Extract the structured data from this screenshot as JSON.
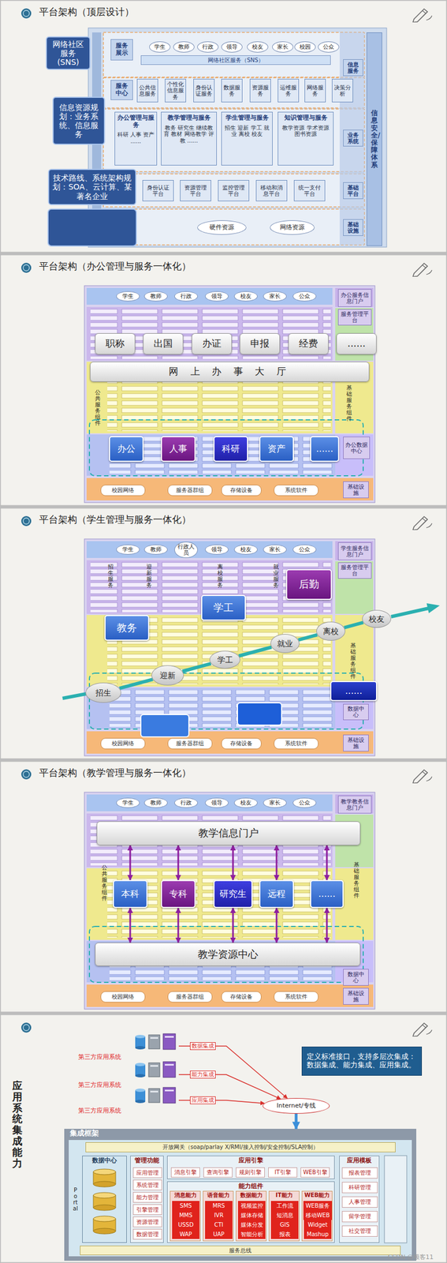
{
  "diagram": {
    "nodes": [
      {
        "text": [
          "平台架构（顶层设计）"
        ]
      },
      {
        "text": [
          "服务展示"
        ],
        "in": 0
      },
      {
        "text": [
          "学生"
        ],
        "in": 0
      },
      {
        "text": [
          "教师"
        ],
        "in": 0
      },
      {
        "text": [
          "行政"
        ],
        "in": 0
      },
      {
        "text": [
          "领导"
        ],
        "in": 0
      },
      {
        "text": [
          "校友"
        ],
        "in": 0
      },
      {
        "text": [
          "家长"
        ],
        "in": 0
      },
      {
        "text": [
          "校园"
        ],
        "in": 0
      },
      {
        "text": [
          "公众"
        ],
        "in": 0
      },
      {
        "text": [
          "网络社区服务（SNS）"
        ],
        "in": 0
      },
      {
        "text": [
          "信息服务"
        ],
        "in": 0
      },
      {
        "text": [
          "服务中心"
        ],
        "in": 0
      },
      {
        "text": [
          "公共信息服务"
        ],
        "in": 0
      },
      {
        "text": [
          "个性化信息服务"
        ],
        "in": 0
      },
      {
        "text": [
          "身份认证服务"
        ],
        "in": 0
      },
      {
        "text": [
          "数据服务"
        ],
        "in": 0
      },
      {
        "text": [
          "资源服务"
        ],
        "in": 0
      },
      {
        "text": [
          "运维服务"
        ],
        "in": 0
      },
      {
        "text": [
          "网络服务"
        ],
        "in": 0
      },
      {
        "text": [
          "决策分析"
        ],
        "in": 0
      },
      {
        "text": [
          "业务系统"
        ],
        "in": 0
      },
      {
        "text": [
          "办公管理与服务",
          "科研 人事 资产 ......"
        ],
        "in": 0
      },
      {
        "text": [
          "教学管理与服务",
          "教务 研究生 继续教育 教材 网络教学 评教 ......"
        ],
        "in": 0
      },
      {
        "text": [
          "学生管理与服务",
          "招生 迎新 学工 就业 离校 校友"
        ],
        "in": 0
      },
      {
        "text": [
          "知识管理与服务",
          "教学资源 学术资源 图书资源"
        ],
        "in": 0
      },
      {
        "text": [
          "基础平台"
        ],
        "in": 0
      },
      {
        "text": [
          "身份认证平台"
        ],
        "in": 0
      },
      {
        "text": [
          "资源管理平台"
        ],
        "in": 0
      },
      {
        "text": [
          "监控管理平台"
        ],
        "in": 0
      },
      {
        "text": [
          "移动和消息平台"
        ],
        "in": 0
      },
      {
        "text": [
          "统一支付平台"
        ],
        "in": 0
      },
      {
        "text": [
          "基础设施"
        ],
        "in": 0
      },
      {
        "text": [
          "硬件资源"
        ],
        "in": 0
      },
      {
        "text": [
          "网络资源"
        ],
        "in": 0
      },
      {
        "text": [
          "信息安全/保障体系"
        ],
        "in": 0
      },
      {
        "text": [
          "网络社区服务(SNS)"
        ],
        "in": 0
      },
      {
        "text": [
          "信息资源规划：业务系统、信息服务"
        ],
        "in": 0
      },
      {
        "text": [
          "技术路线、系统架构规划：SOA、云计算、某著名企业"
        ],
        "in": 0
      },
      {
        "text": [
          "平台架构（办公管理与服务一体化）"
        ]
      },
      {
        "text": [
          "学生"
        ],
        "in": 39
      },
      {
        "text": [
          "教师"
        ],
        "in": 39
      },
      {
        "text": [
          "行政"
        ],
        "in": 39
      },
      {
        "text": [
          "领导"
        ],
        "in": 39
      },
      {
        "text": [
          "校友"
        ],
        "in": 39
      },
      {
        "text": [
          "家长"
        ],
        "in": 39
      },
      {
        "text": [
          "公众"
        ],
        "in": 39
      },
      {
        "text": [
          "办公服务信息门户"
        ],
        "in": 39
      },
      {
        "text": [
          "服务管理平台"
        ],
        "in": 39
      },
      {
        "text": [
          "职称"
        ],
        "in": 39
      },
      {
        "text": [
          "出国"
        ],
        "in": 39
      },
      {
        "text": [
          "办证"
        ],
        "in": 39
      },
      {
        "text": [
          "申报"
        ],
        "in": 39
      },
      {
        "text": [
          "经费"
        ],
        "in": 39
      },
      {
        "text": [
          "......"
        ],
        "in": 39
      },
      {
        "text": [
          "网 上 办 事 大 厅"
        ],
        "in": 39
      },
      {
        "text": [
          "公共服务组件"
        ],
        "in": 39
      },
      {
        "text": [
          "基础服务组件"
        ],
        "in": 39
      },
      {
        "text": [
          "办公"
        ],
        "in": 39
      },
      {
        "text": [
          "人事"
        ],
        "in": 39
      },
      {
        "text": [
          "科研"
        ],
        "in": 39
      },
      {
        "text": [
          "资产"
        ],
        "in": 39
      },
      {
        "text": [
          "......"
        ],
        "in": 39
      },
      {
        "text": [
          "办公数据中心"
        ],
        "in": 39
      },
      {
        "text": [
          "校园网络"
        ],
        "in": 39
      },
      {
        "text": [
          "服务器群组"
        ],
        "in": 39
      },
      {
        "text": [
          "存储设备"
        ],
        "in": 39
      },
      {
        "text": [
          "系统软件"
        ],
        "in": 39
      },
      {
        "text": [
          "基础设施"
        ],
        "in": 39
      },
      {
        "text": [
          "平台架构（学生管理与服务一体化）"
        ]
      },
      {
        "text": [
          "学生"
        ],
        "in": 69
      },
      {
        "text": [
          "教师"
        ],
        "in": 69
      },
      {
        "text": [
          "行政人员"
        ],
        "in": 69
      },
      {
        "text": [
          "领导"
        ],
        "in": 69
      },
      {
        "text": [
          "校友"
        ],
        "in": 69
      },
      {
        "text": [
          "家长"
        ],
        "in": 69
      },
      {
        "text": [
          "公众"
        ],
        "in": 69
      },
      {
        "text": [
          "学生服务信息门户"
        ],
        "in": 69
      },
      {
        "text": [
          "服务管理平台"
        ],
        "in": 69
      },
      {
        "text": [
          "招生服务"
        ],
        "in": 69
      },
      {
        "text": [
          "迎新服务"
        ],
        "in": 69
      },
      {
        "text": [
          "离校服务"
        ],
        "in": 69
      },
      {
        "text": [
          "就业服务"
        ],
        "in": 69
      },
      {
        "text": [
          "后勤"
        ],
        "in": 69
      },
      {
        "text": [
          "学工"
        ],
        "in": 69
      },
      {
        "text": [
          "教务"
        ],
        "in": 69
      },
      {
        "text": [
          "......"
        ],
        "in": 69
      },
      {
        "text": [
          "招生"
        ],
        "in": 69
      },
      {
        "text": [
          "迎新"
        ],
        "in": 69
      },
      {
        "text": [
          "学工"
        ],
        "in": 69
      },
      {
        "text": [
          "就业"
        ],
        "in": 69
      },
      {
        "text": [
          "离校"
        ],
        "in": 69
      },
      {
        "text": [
          "校友"
        ],
        "in": 69
      },
      {
        "text": [
          "基础服务组件"
        ],
        "in": 69
      },
      {
        "text": [
          "数据中心"
        ],
        "in": 69
      },
      {
        "text": [
          "校园网络"
        ],
        "in": 69
      },
      {
        "text": [
          "服务器群组"
        ],
        "in": 69
      },
      {
        "text": [
          "存储设备"
        ],
        "in": 69
      },
      {
        "text": [
          "系统软件"
        ],
        "in": 69
      },
      {
        "text": [
          "基础设施"
        ],
        "in": 69
      },
      {
        "text": [
          "平台架构（教学管理与服务一体化）"
        ]
      },
      {
        "text": [
          "学生"
        ],
        "in": 100
      },
      {
        "text": [
          "教师"
        ],
        "in": 100
      },
      {
        "text": [
          "行政"
        ],
        "in": 100
      },
      {
        "text": [
          "领导"
        ],
        "in": 100
      },
      {
        "text": [
          "校友"
        ],
        "in": 100
      },
      {
        "text": [
          "家长"
        ],
        "in": 100
      },
      {
        "text": [
          "公众"
        ],
        "in": 100
      },
      {
        "text": [
          "教学教务信息门户"
        ],
        "in": 100
      },
      {
        "text": [
          "教学信息门户"
        ],
        "in": 100
      },
      {
        "text": [
          "本科"
        ],
        "in": 100
      },
      {
        "text": [
          "专科"
        ],
        "in": 100
      },
      {
        "text": [
          "研究生"
        ],
        "in": 100
      },
      {
        "text": [
          "远程"
        ],
        "in": 100
      },
      {
        "text": [
          "......"
        ],
        "in": 100
      },
      {
        "text": [
          "教学资源中心"
        ],
        "in": 100
      },
      {
        "text": [
          "公共服务组件"
        ],
        "in": 100
      },
      {
        "text": [
          "基础服务组件"
        ],
        "in": 100
      },
      {
        "text": [
          "数据中心"
        ],
        "in": 100
      },
      {
        "text": [
          "校园网络"
        ],
        "in": 100
      },
      {
        "text": [
          "服务器群组"
        ],
        "in": 100
      },
      {
        "text": [
          "存储设备"
        ],
        "in": 100
      },
      {
        "text": [
          "系统软件"
        ],
        "in": 100
      },
      {
        "text": [
          "基础设施"
        ],
        "in": 100
      },
      {
        "text": [
          "应用系统集成能力"
        ]
      },
      {
        "text": [
          "第三方应用系统"
        ],
        "in": 124
      },
      {
        "text": [
          "第三方应用系统"
        ],
        "in": 124
      },
      {
        "text": [
          "第三方应用系统"
        ],
        "in": 124
      },
      {
        "text": [
          "Internet/专线"
        ],
        "in": 124
      },
      {
        "text": [
          "定义标准接口，支持多层次集成： 数据集成、能力集成、应用集成。"
        ],
        "in": 124
      },
      {
        "text": [
          "集成框架"
        ],
        "in": 124
      },
      {
        "text": [
          "开放网关（soap/parlay X/RMI/接入控制/安全控制/SLA控制）"
        ],
        "in": 130
      },
      {
        "text": [
          "Portal"
        ],
        "in": 130
      },
      {
        "text": [
          "数据中心"
        ],
        "in": 130
      },
      {
        "text": [
          "管理功能"
        ],
        "in": 130
      },
      {
        "text": [
          "应用管理"
        ],
        "in": 134
      },
      {
        "text": [
          "系统管理"
        ],
        "in": 134
      },
      {
        "text": [
          "能力管理"
        ],
        "in": 134
      },
      {
        "text": [
          "引擎管理"
        ],
        "in": 134
      },
      {
        "text": [
          "资源管理"
        ],
        "in": 134
      },
      {
        "text": [
          "数据管理"
        ],
        "in": 134
      },
      {
        "text": [
          "应用引擎"
        ],
        "in": 130
      },
      {
        "text": [
          "消息引擎"
        ],
        "in": 141
      },
      {
        "text": [
          "查询引擎"
        ],
        "in": 141
      },
      {
        "text": [
          "规则引擎"
        ],
        "in": 141
      },
      {
        "text": [
          "IT引擎"
        ],
        "in": 141
      },
      {
        "text": [
          "WEB引擎"
        ],
        "in": 141
      },
      {
        "text": [
          "能力组件"
        ],
        "in": 130
      },
      {
        "text": [
          "消息能力"
        ],
        "in": 147
      },
      {
        "text": [
          "SMS"
        ],
        "in": 148
      },
      {
        "text": [
          "MMS"
        ],
        "in": 148
      },
      {
        "text": [
          "USSD"
        ],
        "in": 148
      },
      {
        "text": [
          "WAP"
        ],
        "in": 148
      },
      {
        "text": [
          "语音能力"
        ],
        "in": 147
      },
      {
        "text": [
          "MRS"
        ],
        "in": 153
      },
      {
        "text": [
          "IVR"
        ],
        "in": 153
      },
      {
        "text": [
          "CTI"
        ],
        "in": 153
      },
      {
        "text": [
          "UAP"
        ],
        "in": 153
      },
      {
        "text": [
          "数据能力"
        ],
        "in": 147
      },
      {
        "text": [
          "视频监控"
        ],
        "in": 158
      },
      {
        "text": [
          "媒体存储"
        ],
        "in": 158
      },
      {
        "text": [
          "媒体分发"
        ],
        "in": 158
      },
      {
        "text": [
          "智能分析"
        ],
        "in": 158
      },
      {
        "text": [
          "IT能力"
        ],
        "in": 147
      },
      {
        "text": [
          "工作流"
        ],
        "in": 163
      },
      {
        "text": [
          "短消息"
        ],
        "in": 163
      },
      {
        "text": [
          "GIS"
        ],
        "in": 163
      },
      {
        "text": [
          "报表"
        ],
        "in": 163
      },
      {
        "text": [
          "WEB能力"
        ],
        "in": 147
      },
      {
        "text": [
          "WEB服务"
        ],
        "in": 168
      },
      {
        "text": [
          "移动WEB"
        ],
        "in": 168
      },
      {
        "text": [
          "Widget"
        ],
        "in": 168
      },
      {
        "text": [
          "Mashup"
        ],
        "in": 168
      },
      {
        "text": [
          "应用模板"
        ],
        "in": 130
      },
      {
        "text": [
          "报表管理"
        ],
        "in": 173
      },
      {
        "text": [
          "科研管理"
        ],
        "in": 173
      },
      {
        "text": [
          "人事管理"
        ],
        "in": 173
      },
      {
        "text": [
          "留学管理"
        ],
        "in": 173
      },
      {
        "text": [
          "社交管理"
        ],
        "in": 173
      },
      {
        "text": [
          "服务总线"
        ],
        "in": 130
      }
    ],
    "edges": [
      {
        "from": 87,
        "to": 88,
        "arrow": "none"
      },
      {
        "from": 88,
        "to": 89,
        "arrow": "none"
      },
      {
        "from": 89,
        "to": 90,
        "arrow": "none"
      },
      {
        "from": 90,
        "to": 91,
        "arrow": "none"
      },
      {
        "from": 91,
        "to": 92,
        "arrow": "none"
      },
      {
        "from": 109,
        "to": 110,
        "arrow": "both"
      },
      {
        "from": 109,
        "to": 111,
        "arrow": "both"
      },
      {
        "from": 109,
        "to": 112,
        "arrow": "both"
      },
      {
        "from": 109,
        "to": 113,
        "arrow": "both"
      },
      {
        "from": 109,
        "to": 114,
        "arrow": "both"
      },
      {
        "from": 110,
        "to": 115,
        "arrow": "both"
      },
      {
        "from": 111,
        "to": 115,
        "arrow": "both"
      },
      {
        "from": 112,
        "to": 115,
        "arrow": "both"
      },
      {
        "from": 113,
        "to": 115,
        "arrow": "both"
      },
      {
        "from": 114,
        "to": 115,
        "arrow": "both"
      },
      {
        "from": 125,
        "to": 128,
        "label": "数据集成",
        "arrow": "to"
      },
      {
        "from": 126,
        "to": 128,
        "label": "能力集成",
        "arrow": "to"
      },
      {
        "from": 127,
        "to": 128,
        "label": "应用集成",
        "arrow": "to"
      },
      {
        "from": 128,
        "to": 130,
        "arrow": "to"
      }
    ],
    "labels": [
      "CSDN @极客11"
    ]
  }
}
